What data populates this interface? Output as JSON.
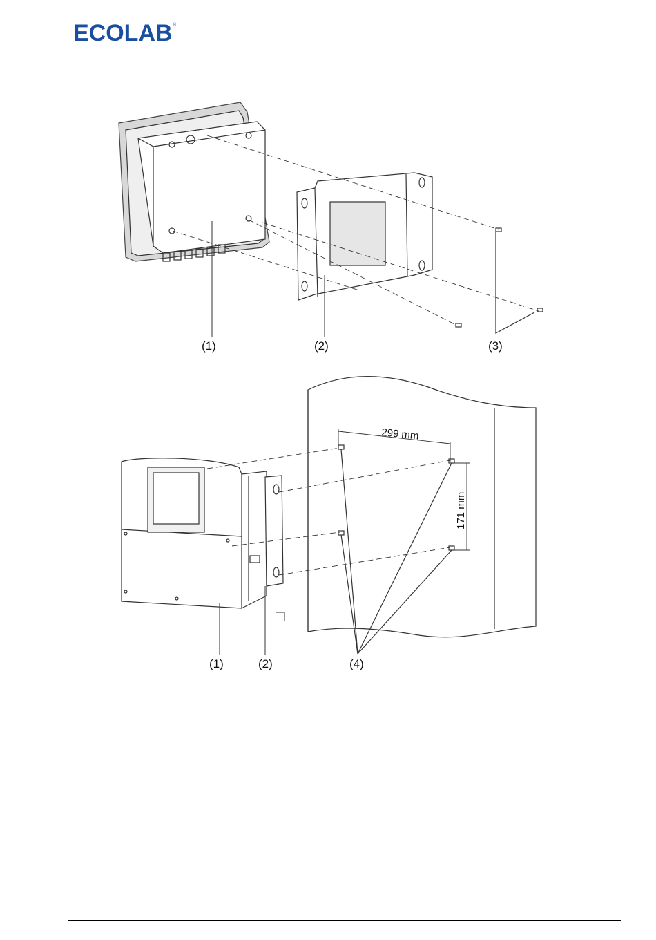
{
  "header": {
    "logo_text": "ECOLAB",
    "logo_registered": "®",
    "brand_color": "#1a4fa0"
  },
  "figure_top": {
    "labels": [
      "(1)",
      "(2)",
      "(3)"
    ]
  },
  "figure_bottom": {
    "labels": [
      "(1)",
      "(2)",
      "(4)"
    ],
    "dimension_horizontal": "299 mm",
    "dimension_vertical": "171 mm"
  }
}
